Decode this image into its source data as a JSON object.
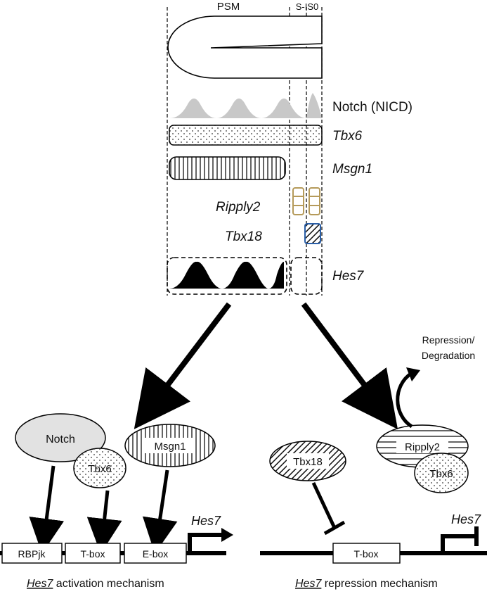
{
  "psm_panel": {
    "psm_label": "PSM",
    "sis0_label": "S-IS0",
    "rows": {
      "notch": "Notch (NICD)",
      "tbx6": "Tbx6",
      "msgn1": "Msgn1",
      "ripply2": "Ripply2",
      "tbx18": "Tbx18",
      "hes7": "Hes7"
    }
  },
  "activation": {
    "notch": "Notch",
    "msgn1": "Msgn1",
    "tbx6": "Tbx6",
    "boxes": [
      "RBPjk",
      "T-box",
      "E-box"
    ],
    "gene": "Hes7",
    "caption_italic": "Hes7",
    "caption_rest": " activation mechanism"
  },
  "repression": {
    "tbx18": "Tbx18",
    "ripply2": "Ripply2",
    "tbx6": "Tbx6",
    "repression_label_1": "Repression/",
    "repression_label_2": "Degradation",
    "box": "T-box",
    "gene": "Hes7",
    "caption_italic": "Hes7",
    "caption_rest": " repression mechanism"
  },
  "colors": {
    "notch_fill": "#c8c8c8",
    "ripply_stroke": "#b59a5a",
    "tbx18_stroke": "#2a5fa8"
  }
}
